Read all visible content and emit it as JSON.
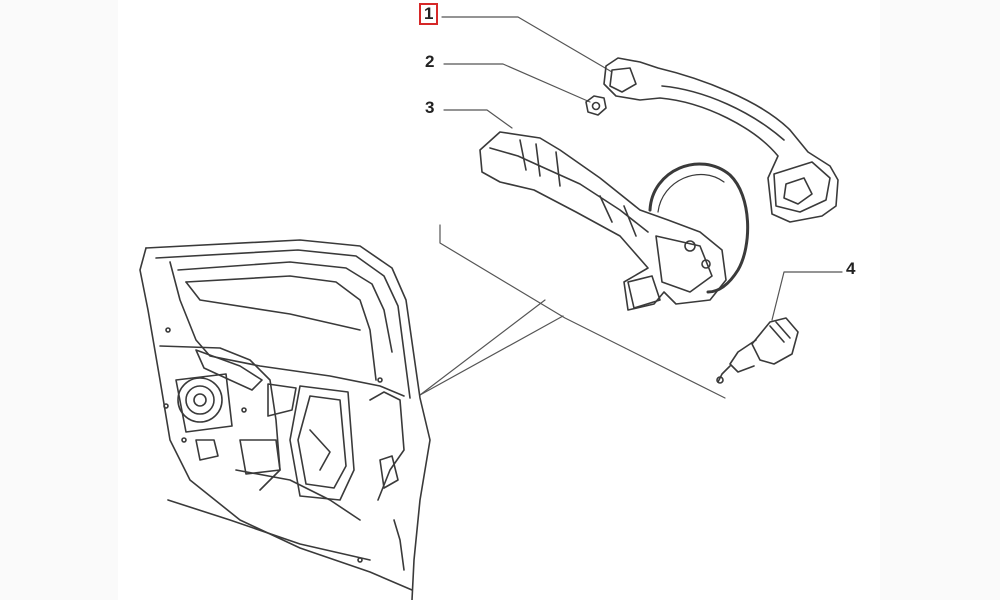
{
  "diagram": {
    "callouts": [
      {
        "id": "1",
        "label": "1",
        "part": "outer-door-handle",
        "highlighted": true
      },
      {
        "id": "2",
        "label": "2",
        "part": "retaining-nut",
        "highlighted": false
      },
      {
        "id": "3",
        "label": "3",
        "part": "handle-support-bracket",
        "highlighted": false
      },
      {
        "id": "4",
        "label": "4",
        "part": "lock-cylinder",
        "highlighted": false
      }
    ],
    "colors": {
      "line": "#3a3a3a",
      "leader": "#555555",
      "highlight": "#d62828",
      "background": "#ffffff"
    }
  }
}
